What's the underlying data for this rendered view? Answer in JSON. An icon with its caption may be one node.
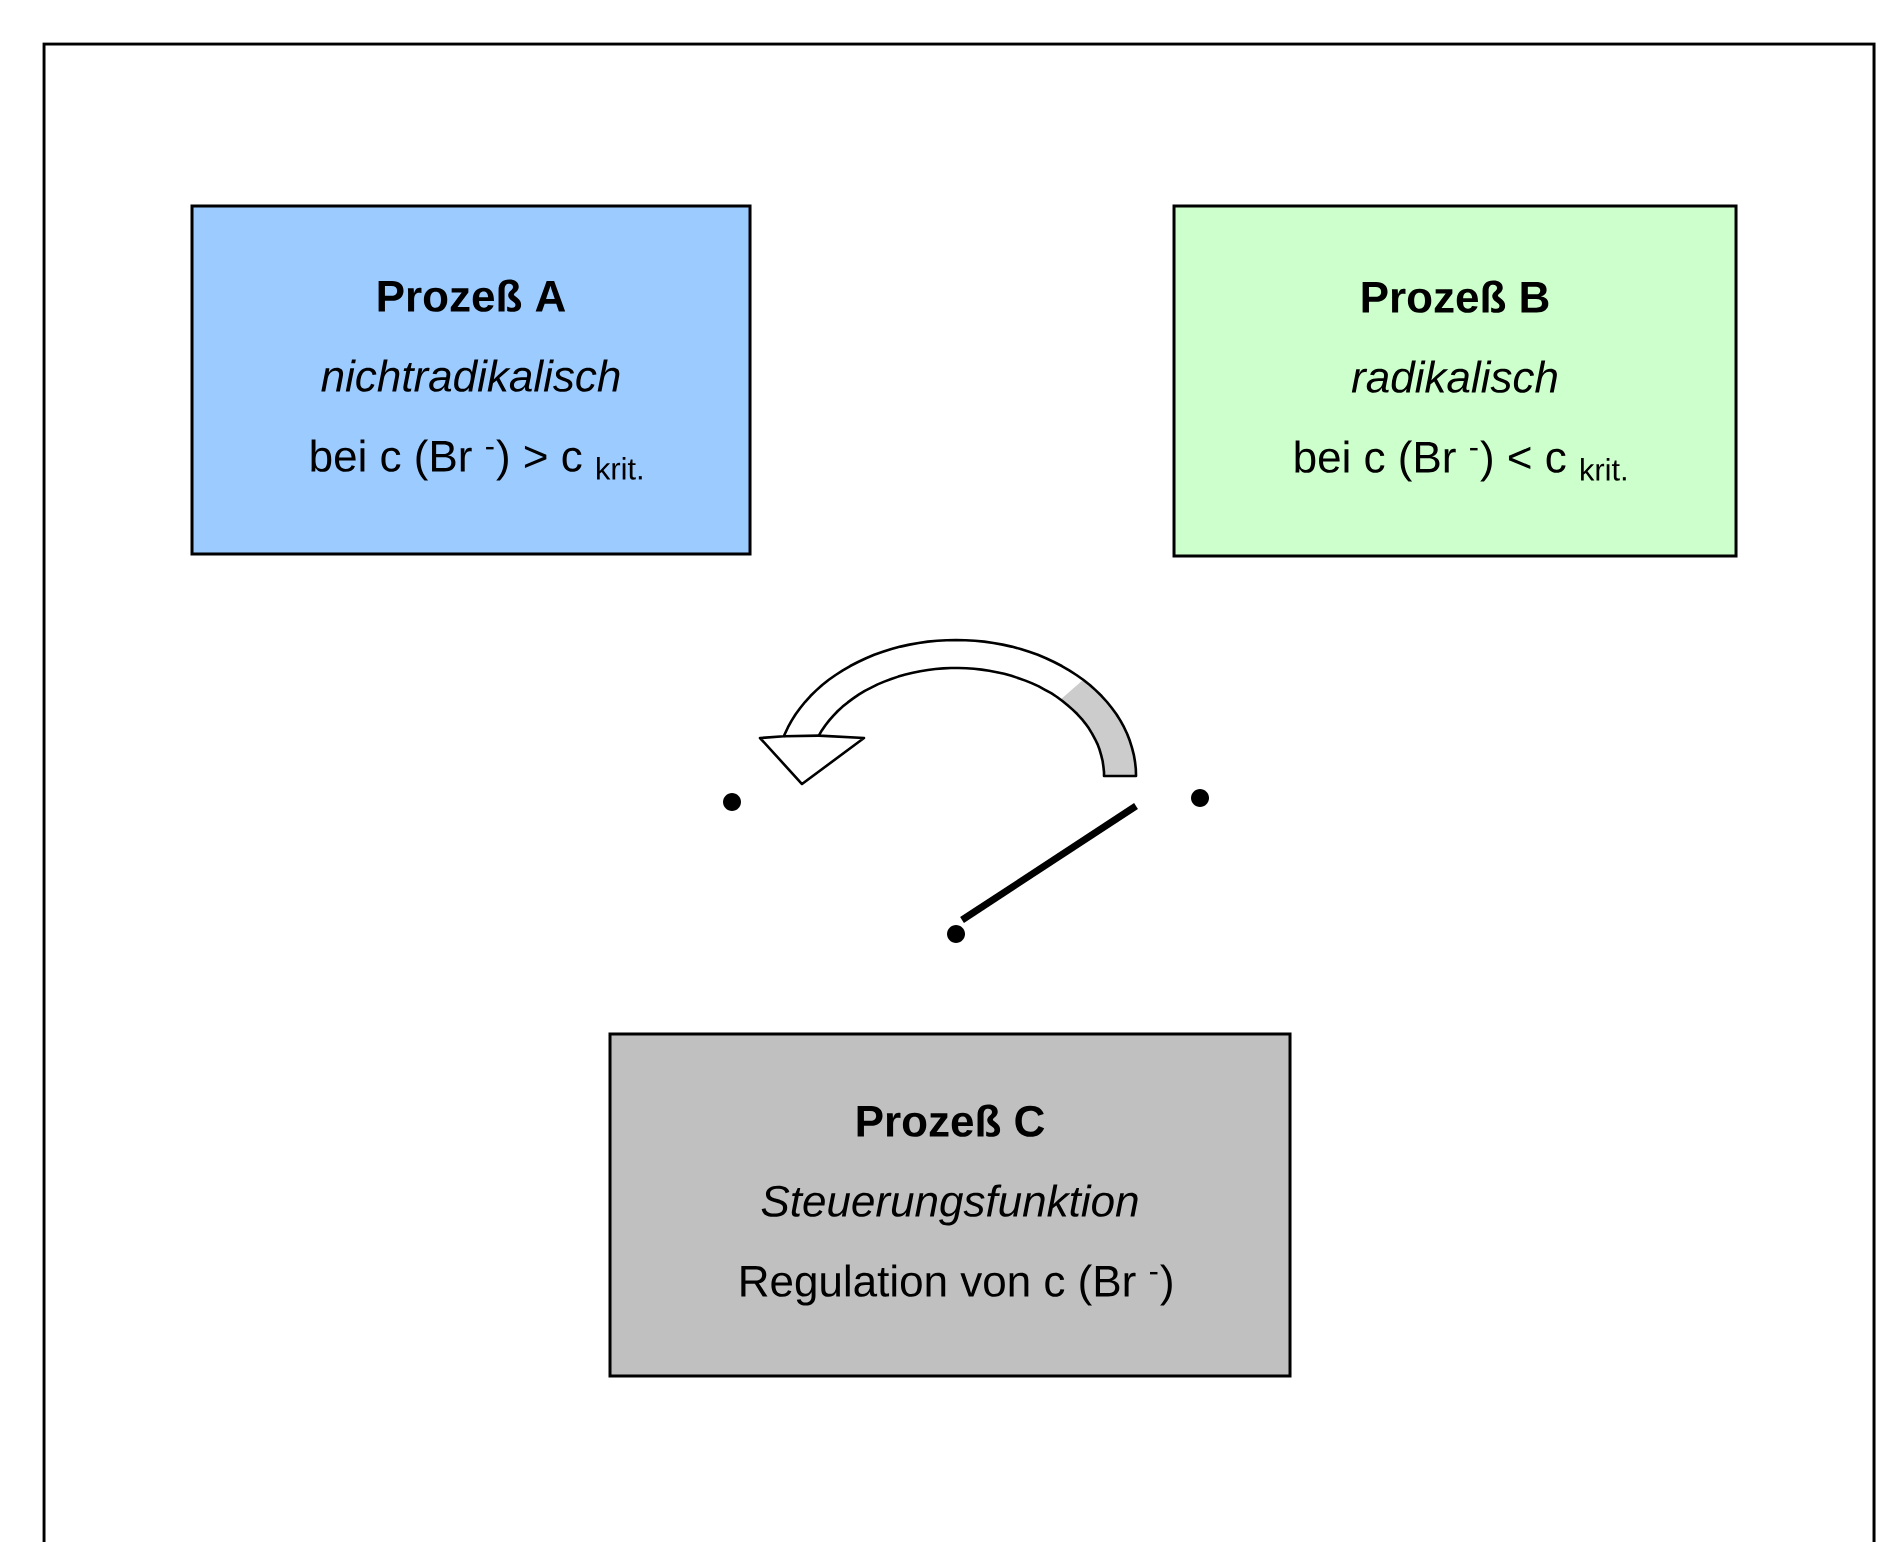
{
  "diagram": {
    "nodes": [
      {
        "text": [
          "Prozeß A",
          "nichtradikalisch",
          "bei c (Br $^{-}$) > c $_{krit.}$"
        ]
      },
      {
        "text": [
          "Prozeß B",
          "radikalisch",
          "bei c (Br $^{-}$) < c $_{krit.}$"
        ]
      },
      {
        "text": [
          "Prozeß C",
          "Steuerungsfunktion",
          "Regulation von c (Br $^{-}$)"
        ]
      }
    ]
  }
}
